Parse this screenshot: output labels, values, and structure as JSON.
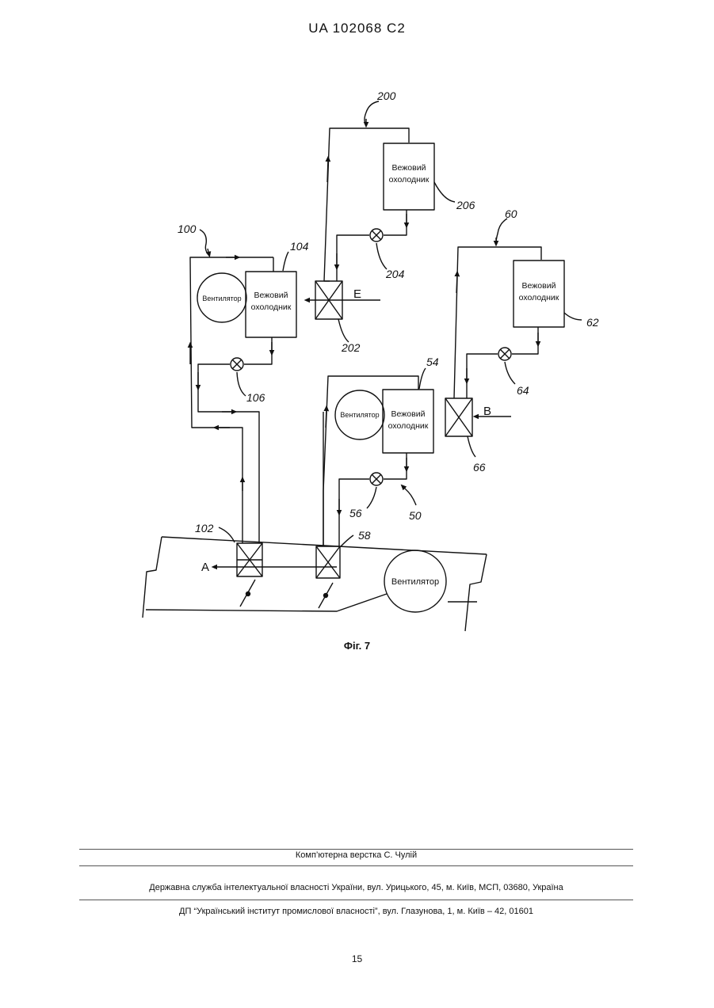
{
  "header": {
    "patent_number": "UA   102068   C2"
  },
  "figure": {
    "caption": "Фіг. 7",
    "labels": {
      "tower_cooler": [
        "Вежовий",
        "охолодник"
      ],
      "fan": "Вентилятор",
      "air_a": "A",
      "air_b": "B",
      "air_e": "E",
      "ref_200": "200",
      "ref_206": "206",
      "ref_204": "204",
      "ref_202": "202",
      "ref_100": "100",
      "ref_104": "104",
      "ref_106": "106",
      "ref_60": "60",
      "ref_62": "62",
      "ref_64": "64",
      "ref_66": "66",
      "ref_54": "54",
      "ref_50": "50",
      "ref_56": "56",
      "ref_58": "58",
      "ref_102": "102"
    }
  },
  "footer": {
    "layout_credit": "Комп’ютерна верстка С. Чулій",
    "agency": "Державна служба інтелектуальної власності України, вул. Урицького, 45, м. Київ, МСП, 03680, Україна",
    "institute": "ДП “Український інститут промислової власності”, вул. Глазунова, 1, м. Київ – 42, 01601",
    "page_number": "15"
  }
}
